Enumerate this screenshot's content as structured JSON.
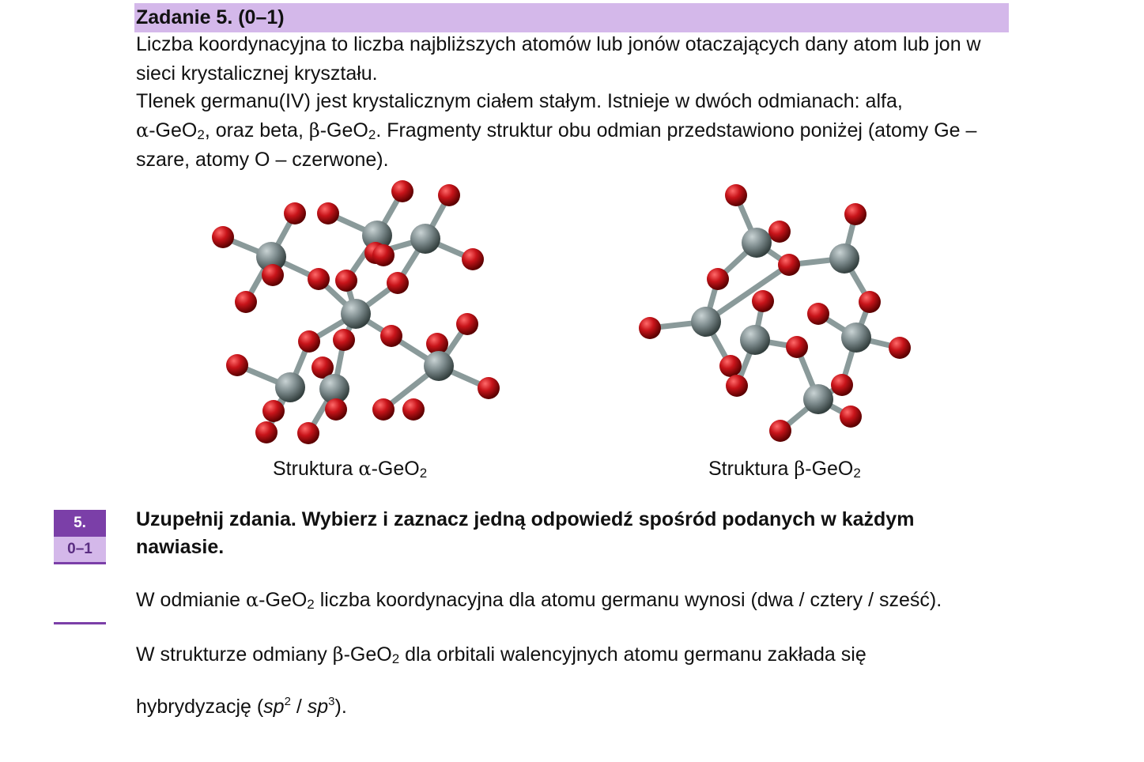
{
  "header": {
    "title": "Zadanie 5. (0–1)"
  },
  "intro": {
    "line1": "Liczba koordynacyjna to liczba najbliższych atomów lub jonów otaczających dany atom lub jon w sieci krystalicznej kryształu.",
    "line2_a": "Tlenek germanu(IV) jest krystalicznym ciałem stałym. Istnieje w dwóch odmianach: alfa,",
    "alpha": "α",
    "line2_b": "-GeO",
    "sub2": "2",
    "line2_c": ", oraz beta,",
    "beta": "β",
    "line2_d": "-GeO",
    "line2_e": ". Fragmenty struktur obu odmian przedstawiono poniżej (atomy Ge – szare, atomy O – czerwone)."
  },
  "figures": {
    "alpha_caption_a": "Struktura ",
    "alpha_caption_greek": "α",
    "alpha_caption_b": "-GeO",
    "beta_caption_a": "Struktura ",
    "beta_caption_greek": "β",
    "beta_caption_b": "-GeO",
    "sub2": "2",
    "atom_colors": {
      "ge": "#7d8b8d",
      "o": "#c8141a"
    }
  },
  "score": {
    "task_number": "5.",
    "points": "0–1",
    "accent": "#7b3fa8",
    "light": "#d4b8ea"
  },
  "instruction": "Uzupełnij zdania. Wybierz i zaznacz jedną odpowiedź spośród podanych w każdym nawiasie.",
  "sentences": {
    "s1_a": "W odmianie ",
    "s1_greek": "α",
    "s1_b": "-GeO",
    "s1_c": " liczba koordynacyjna dla atomu germanu wynosi (dwa / cztery / sześć).",
    "s2_a": "W strukturze odmiany ",
    "s2_greek": "β",
    "s2_b": "-GeO",
    "s2_c": " dla orbitali walencyjnych atomu germanu zakłada się",
    "s3_a": "hybrydyzację (",
    "s3_sp1": "sp",
    "s3_sup1": "2",
    "s3_mid": " / ",
    "s3_sp2": "sp",
    "s3_sup2": "3",
    "s3_end": ").",
    "sub2": "2"
  }
}
